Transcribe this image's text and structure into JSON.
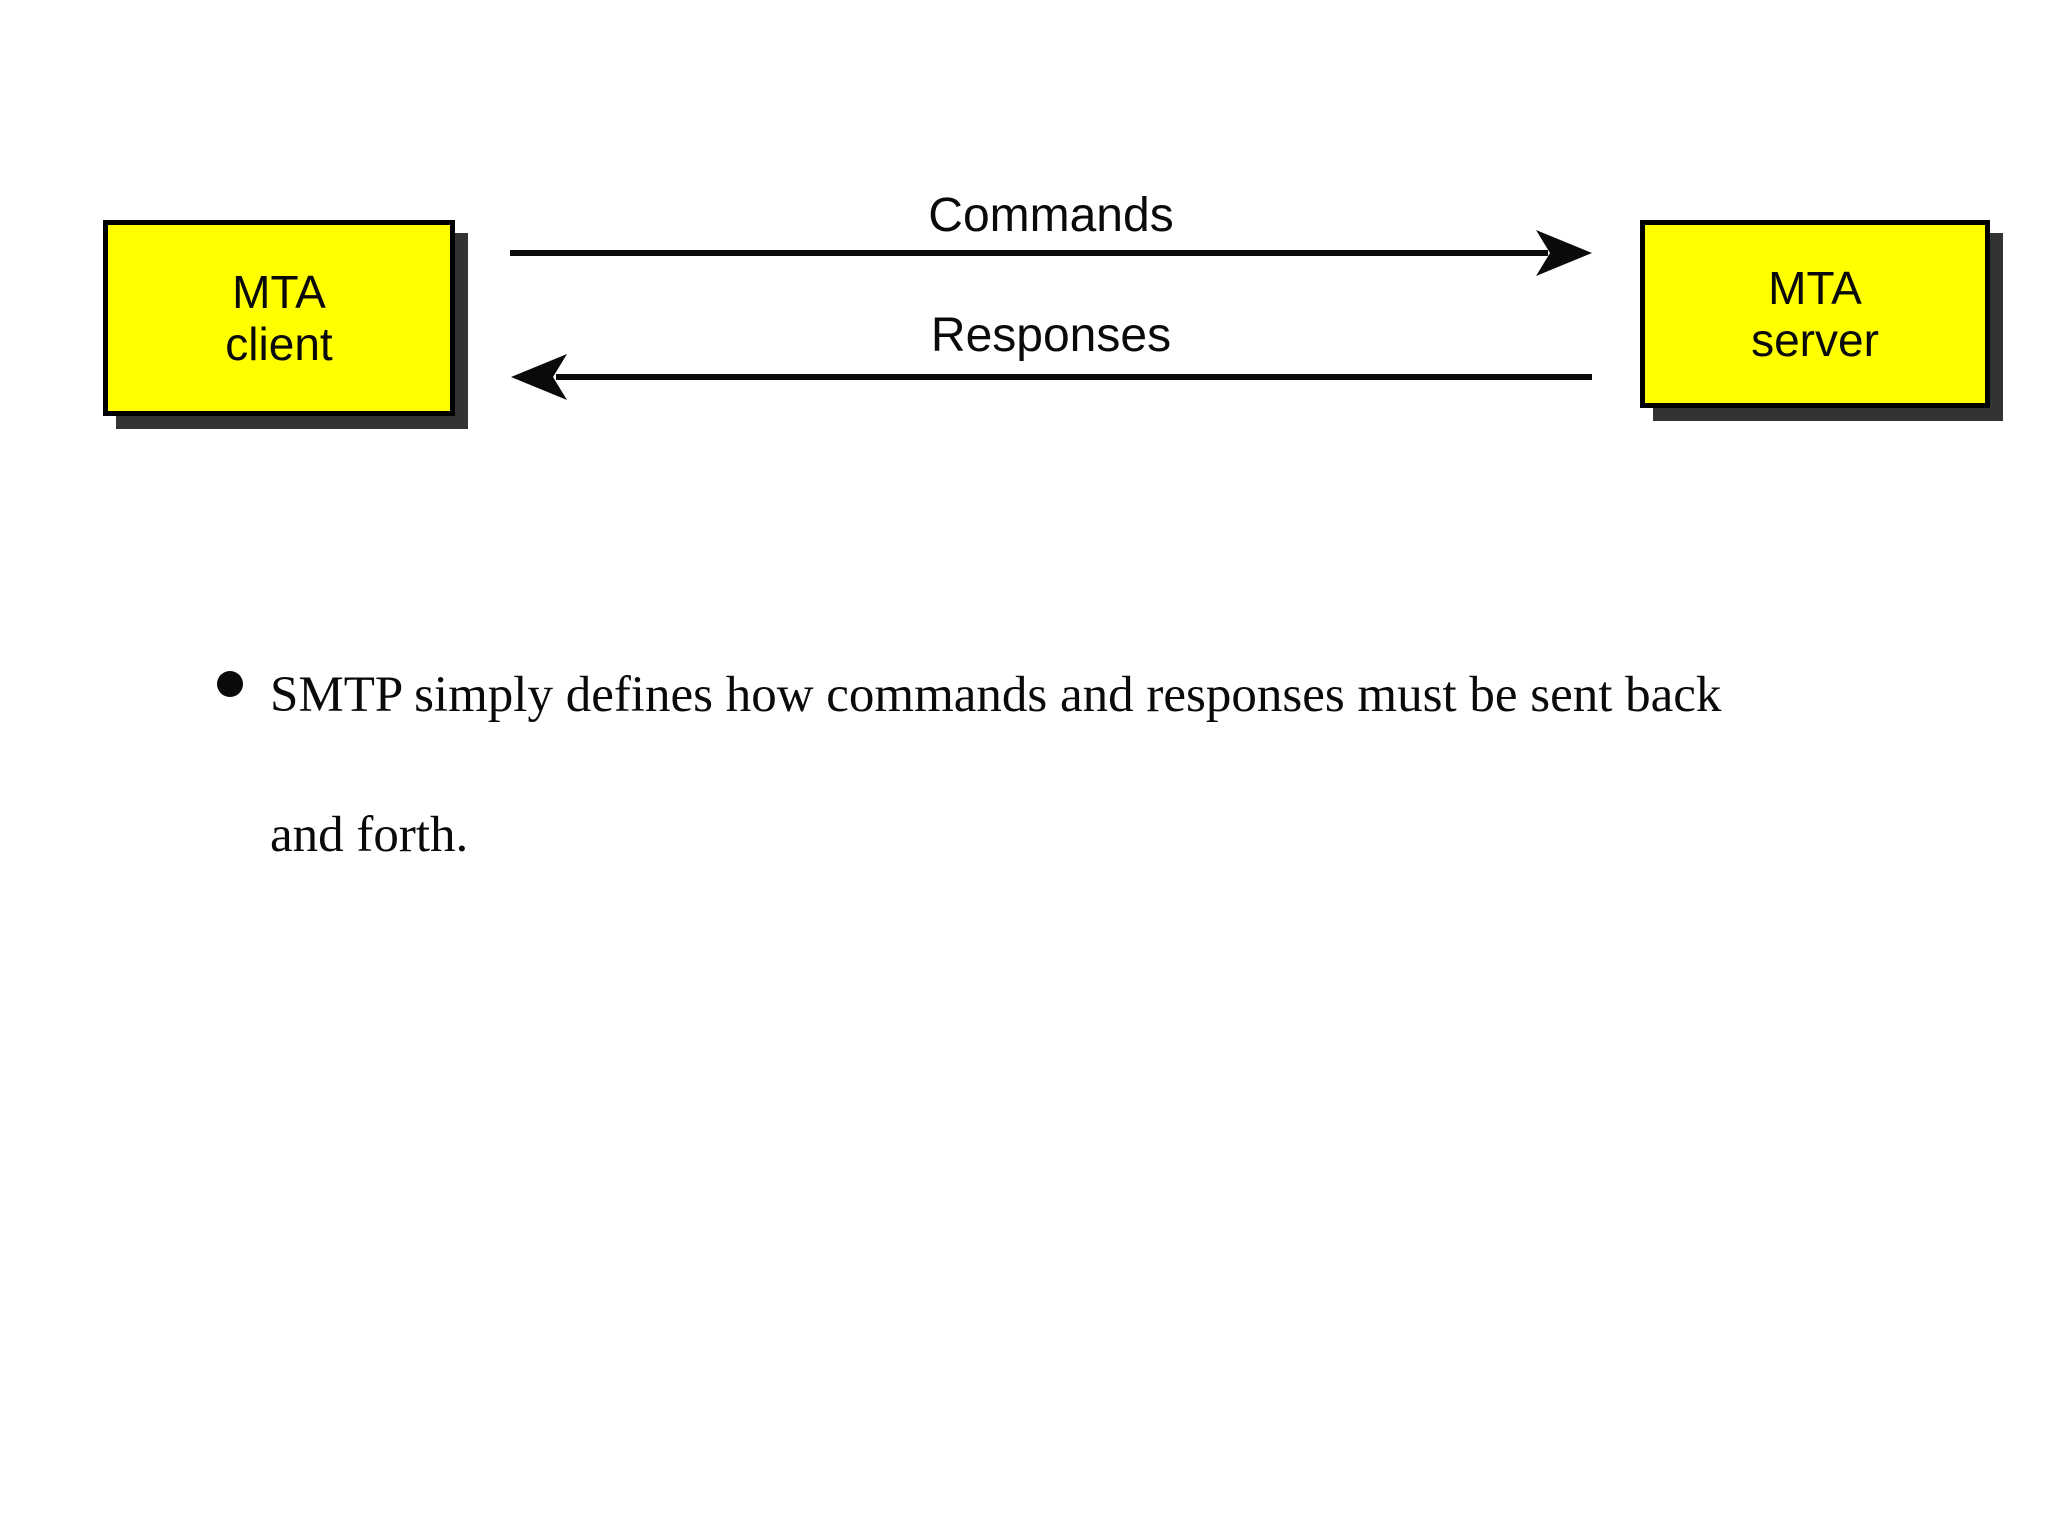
{
  "slide": {
    "diagram": {
      "client_box": {
        "line1": "MTA",
        "line2": "client"
      },
      "server_box": {
        "line1": "MTA",
        "line2": "server"
      },
      "commands_label": "Commands",
      "responses_label": "Responses"
    },
    "bullet": {
      "lines": [
        "SMTP simply defines how commands and responses must be sent back",
        "and forth."
      ]
    },
    "colors": {
      "background": "#ffffff",
      "box_fill": "#ffff00",
      "box_border": "#000000",
      "box_shadow": "#333333",
      "arrow": "#0a0a0a",
      "text": "#0a0a0a"
    }
  }
}
